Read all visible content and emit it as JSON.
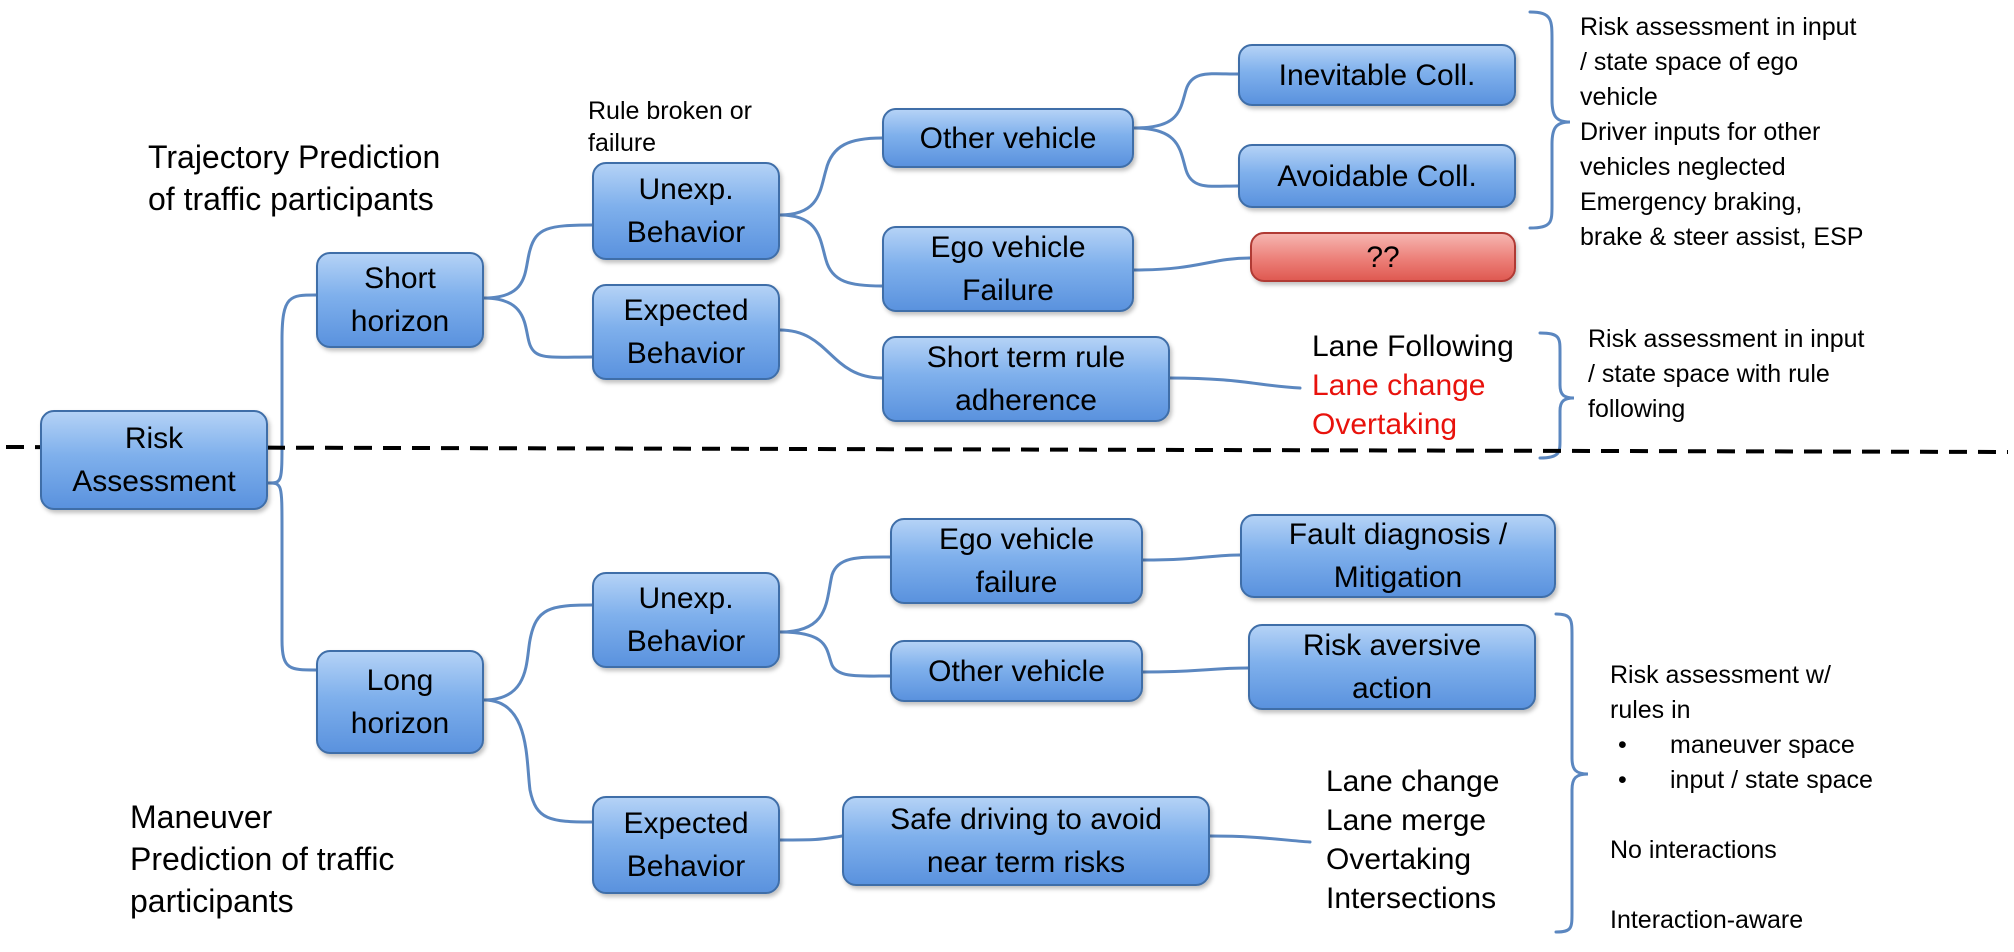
{
  "headings": {
    "trajectory": [
      "Trajectory Prediction",
      "of traffic participants"
    ],
    "maneuver": [
      "Maneuver",
      "Prediction of traffic",
      "participants"
    ]
  },
  "nodes": {
    "risk_assessment": [
      "Risk",
      "Assessment"
    ],
    "short_horizon": [
      "Short",
      "horizon"
    ],
    "long_horizon": [
      "Long",
      "horizon"
    ],
    "short_unexp": [
      "Unexp.",
      "Behavior"
    ],
    "short_expected": [
      "Expected",
      "Behavior"
    ],
    "short_other_vehicle": [
      "Other vehicle"
    ],
    "short_ego_failure": [
      "Ego vehicle",
      "Failure"
    ],
    "short_term_rule": [
      "Short term rule",
      "adherence"
    ],
    "inevitable_coll": [
      "Inevitable Coll."
    ],
    "avoidable_coll": [
      "Avoidable Coll."
    ],
    "unknown": [
      "??"
    ],
    "long_unexp": [
      "Unexp.",
      "Behavior"
    ],
    "long_expected": [
      "Expected",
      "Behavior"
    ],
    "long_ego_failure": [
      "Ego vehicle",
      "failure"
    ],
    "long_other_vehicle": [
      "Other vehicle"
    ],
    "safe_driving": [
      "Safe driving to avoid",
      "near term risks"
    ],
    "fault_diagnosis": [
      "Fault diagnosis /",
      "Mitigation"
    ],
    "risk_aversive": [
      "Risk aversive",
      "action"
    ]
  },
  "annotations": {
    "rule_broken": [
      "Rule broken or",
      "failure"
    ],
    "top_right": [
      "Risk assessment in input",
      "/ state space of ego",
      "vehicle",
      "Driver inputs for other",
      "vehicles neglected",
      "Emergency braking,",
      "brake & steer assist, ESP"
    ],
    "mid_maneuvers": [
      "Lane Following",
      "Lane change",
      "Overtaking"
    ],
    "mid_right": [
      "Risk assessment in input",
      "/ state space with rule",
      "following"
    ],
    "bottom_maneuvers": [
      "Lane change",
      "Lane merge",
      "Overtaking",
      "Intersections"
    ],
    "bottom_right": {
      "intro": [
        "Risk assessment w/",
        "rules in"
      ],
      "bullets": [
        "maneuver space",
        "input / state space"
      ],
      "no_interactions": "No interactions",
      "interaction_aware": "Interaction-aware"
    }
  },
  "colors": {
    "node_top": "#b4d2f6",
    "node_bottom": "#5a92de",
    "node_border": "#3f6ea8",
    "connector": "#5b87c0",
    "highlight_red": "#e8120c",
    "unknown_fill": "#ec7f78"
  }
}
